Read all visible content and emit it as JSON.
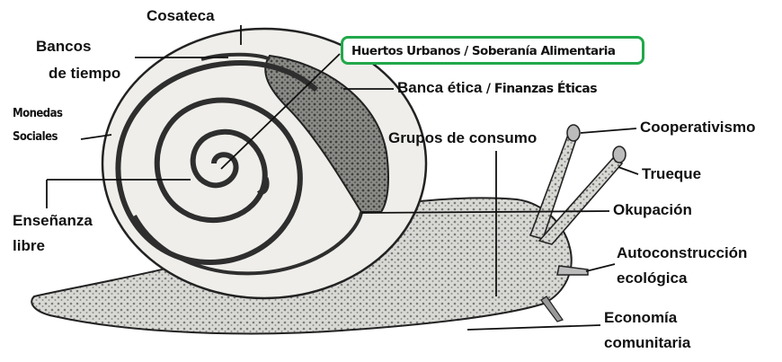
{
  "labels": {
    "cosateca": "Cosateca",
    "bancos_tiempo_1": "Bancos",
    "bancos_tiempo_2": "de tiempo",
    "huertos": "Huertos Urbanos / Soberanía Alimentaria",
    "banca_etica": "Banca ética",
    "finanzas_eticas": " / Finanzas Éticas",
    "monedas_1": "Monedas",
    "monedas_2": "Sociales",
    "grupos_consumo": "Grupos de consumo",
    "cooperativismo": "Cooperativismo",
    "trueque": "Trueque",
    "okupacion": "Okupación",
    "ensenanza_1": "Enseñanza",
    "ensenanza_2": "libre",
    "autoconstruccion_1": "Autoconstrucción",
    "autoconstruccion_2": "ecológica",
    "economia_1": "Economía",
    "economia_2": "comunitaria"
  },
  "colors": {
    "highlight_border": "#22a84a",
    "line": "#111111",
    "body_fill": "#d9d9d6",
    "shell_fill": "#ecebe7",
    "band_dark": "#3a3a3a"
  }
}
